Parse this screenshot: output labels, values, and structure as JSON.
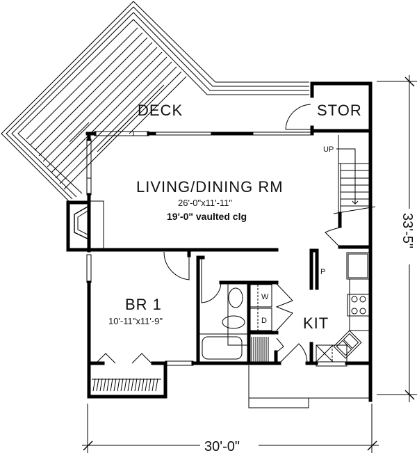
{
  "plan": {
    "rooms": {
      "deck": {
        "label": "DECK"
      },
      "stor": {
        "label": "STOR"
      },
      "living": {
        "label": "LIVING/DINING RM",
        "size": "26'-0\"x11'-11\"",
        "ceiling": "19'-0\" vaulted clg"
      },
      "br1": {
        "label": "BR 1",
        "size": "10'-11\"x11'-9\""
      },
      "kit": {
        "label": "KIT"
      }
    },
    "fixtures": {
      "stair_label": "UP",
      "pantry_label": "P",
      "washer_label": "W",
      "dryer_label": "D"
    },
    "dimensions": {
      "width": "30'-0\"",
      "depth": "33'-5\""
    },
    "colors": {
      "line": "#000000",
      "background": "#ffffff"
    }
  }
}
